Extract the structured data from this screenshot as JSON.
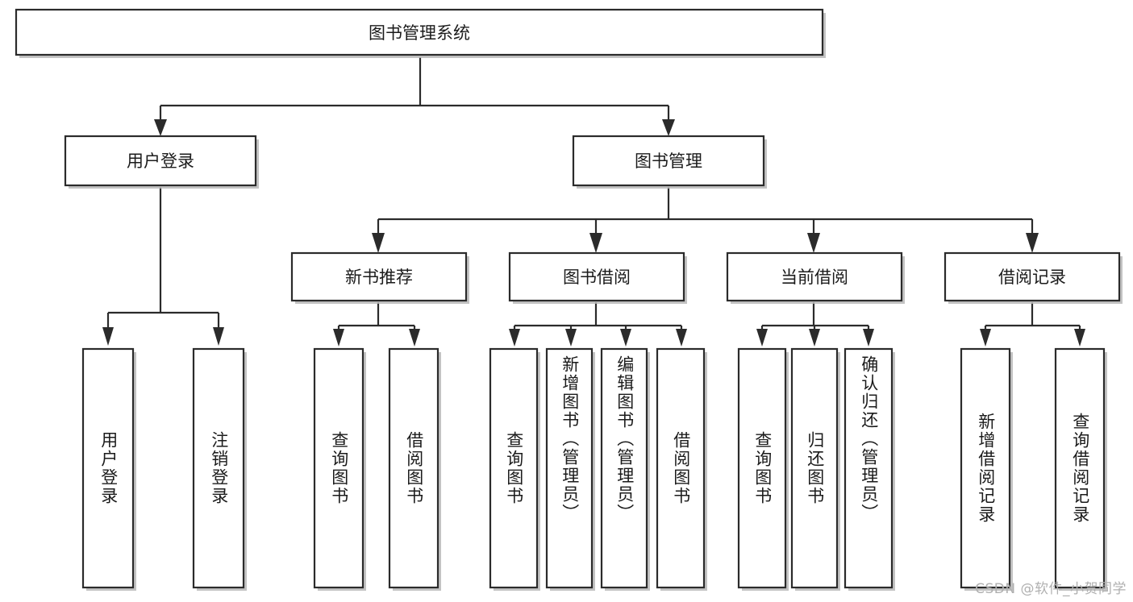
{
  "diagram": {
    "title": "图书管理系统",
    "type": "tree",
    "orientation": "top-down",
    "watermark": "CSDN @软件_小贺同学",
    "colors": {
      "background": "#ffffff",
      "box_fill": "#ffffff",
      "box_stroke": "#2b2b2b",
      "shadow": "#b9b9b9",
      "text": "#1b1b1b",
      "watermark_text": "#b0b0b0"
    },
    "nodes": {
      "root": {
        "id": "root",
        "label": "图书管理系统",
        "level": 0,
        "text_orientation": "horizontal"
      },
      "l1": [
        {
          "id": "user-login",
          "label": "用户登录",
          "level": 1,
          "text_orientation": "horizontal"
        },
        {
          "id": "book-manage",
          "label": "图书管理",
          "level": 1,
          "text_orientation": "horizontal"
        }
      ],
      "l2": [
        {
          "id": "new-book-recommend",
          "label": "新书推荐",
          "level": 2,
          "text_orientation": "horizontal"
        },
        {
          "id": "book-borrow",
          "label": "图书借阅",
          "level": 2,
          "text_orientation": "horizontal"
        },
        {
          "id": "current-borrow",
          "label": "当前借阅",
          "level": 2,
          "text_orientation": "horizontal"
        },
        {
          "id": "borrow-record",
          "label": "借阅记录",
          "level": 2,
          "text_orientation": "horizontal"
        }
      ],
      "leaves": [
        {
          "id": "leaf-user-login",
          "label": "用户登录",
          "parent": "user-login",
          "level": 3,
          "text_orientation": "vertical"
        },
        {
          "id": "leaf-logout",
          "label": "注销登录",
          "parent": "user-login",
          "level": 3,
          "text_orientation": "vertical"
        },
        {
          "id": "leaf-query-book-1",
          "label": "查询图书",
          "parent": "new-book-recommend",
          "level": 3,
          "text_orientation": "vertical"
        },
        {
          "id": "leaf-borrow-book-1",
          "label": "借阅图书",
          "parent": "new-book-recommend",
          "level": 3,
          "text_orientation": "vertical"
        },
        {
          "id": "leaf-query-book-2",
          "label": "查询图书",
          "parent": "book-borrow",
          "level": 3,
          "text_orientation": "vertical"
        },
        {
          "id": "leaf-add-book",
          "label": "新增图书（管理员）",
          "parent": "book-borrow",
          "level": 3,
          "text_orientation": "vertical"
        },
        {
          "id": "leaf-edit-book",
          "label": "编辑图书（管理员）",
          "parent": "book-borrow",
          "level": 3,
          "text_orientation": "vertical"
        },
        {
          "id": "leaf-borrow-book-2",
          "label": "借阅图书",
          "parent": "book-borrow",
          "level": 3,
          "text_orientation": "vertical"
        },
        {
          "id": "leaf-query-book-3",
          "label": "查询图书",
          "parent": "current-borrow",
          "level": 3,
          "text_orientation": "vertical"
        },
        {
          "id": "leaf-return-book",
          "label": "归还图书",
          "parent": "current-borrow",
          "level": 3,
          "text_orientation": "vertical"
        },
        {
          "id": "leaf-confirm-return",
          "label": "确认归还（管理员）",
          "parent": "current-borrow",
          "level": 3,
          "text_orientation": "vertical"
        },
        {
          "id": "leaf-add-record",
          "label": "新增借阅记录",
          "parent": "borrow-record",
          "level": 3,
          "text_orientation": "vertical"
        },
        {
          "id": "leaf-query-record",
          "label": "查询借阅记录",
          "parent": "borrow-record",
          "level": 3,
          "text_orientation": "vertical"
        }
      ]
    }
  }
}
